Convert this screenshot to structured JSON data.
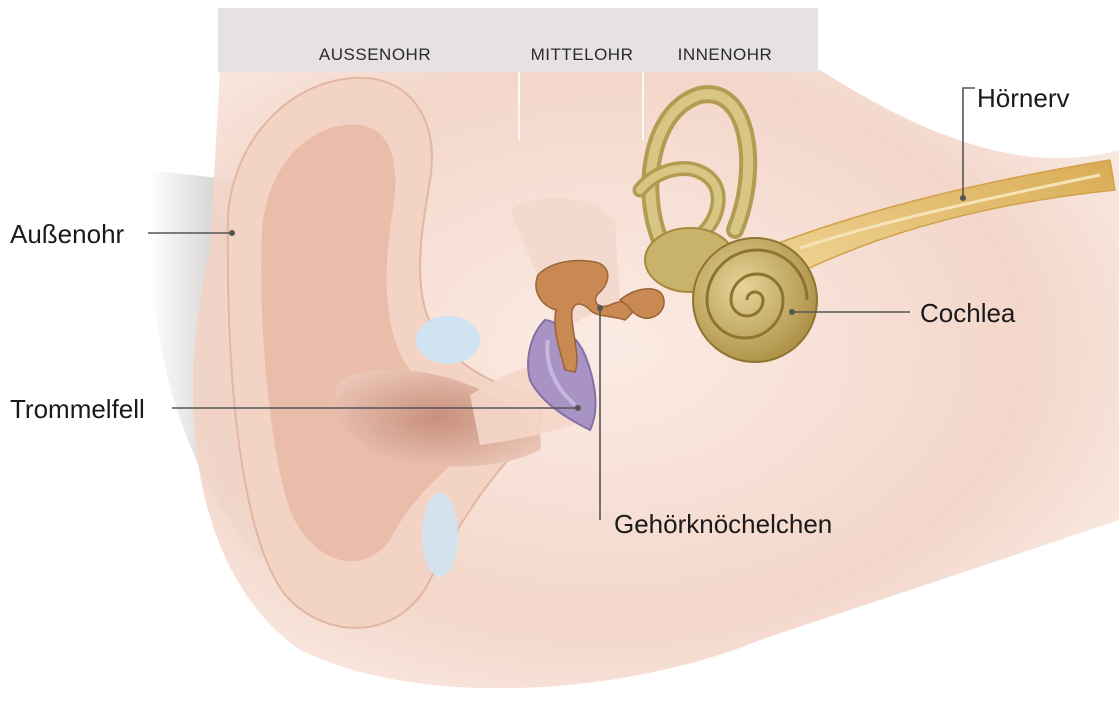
{
  "sections": {
    "outer": "AUSSENOHR",
    "middle": "MITTELOHR",
    "inner": "INNENOHR"
  },
  "labels": {
    "aussenohr": "Außenohr",
    "trommelfell": "Trommelfell",
    "gehoerknoechelchen": "Gehörknöchelchen",
    "cochlea": "Cochlea",
    "hoernerv": "Hörnerv"
  },
  "colors": {
    "skin": "#f6ddd2",
    "skin_shadow": "#d9a894",
    "cartilage_blue": "#cfe3f2",
    "ossicles": "#c88a52",
    "cochlea": "#c9b26a",
    "eardrum": "#a993c4",
    "nerve": "#e9c77a",
    "header_band": "#e6e2e2"
  }
}
